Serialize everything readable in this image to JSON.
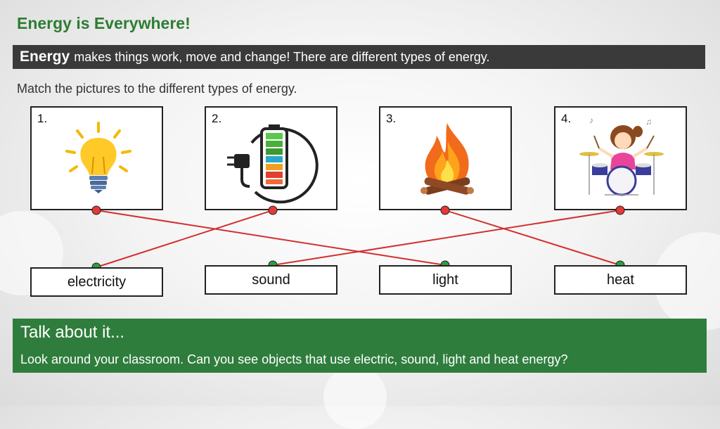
{
  "title": "Energy is Everywhere!",
  "banner": {
    "bold": "Energy",
    "text": "makes things work, move and change! There are different types of energy."
  },
  "instruction": "Match the pictures to the different types of energy.",
  "cards": [
    {
      "number": "1.",
      "icon": "lightbulb-icon"
    },
    {
      "number": "2.",
      "icon": "battery-plug-icon"
    },
    {
      "number": "3.",
      "icon": "campfire-icon"
    },
    {
      "number": "4.",
      "icon": "drummer-icon"
    }
  ],
  "words": [
    "electricity",
    "sound",
    "light",
    "heat"
  ],
  "matches": [
    {
      "card": "1.",
      "word": "light"
    },
    {
      "card": "2.",
      "word": "electricity"
    },
    {
      "card": "3.",
      "word": "heat"
    },
    {
      "card": "4.",
      "word": "sound"
    }
  ],
  "talk": {
    "title": "Talk about it...",
    "body": "Look around your classroom. Can you see objects that use electric, sound, light and heat energy?"
  },
  "colors": {
    "title_green": "#2e7d32",
    "banner_bg": "#3a3a3a",
    "talk_bg": "#2f7d3c",
    "line_red": "#d32f2f",
    "dot_red": "#e53935",
    "dot_green": "#2e9e3e"
  }
}
